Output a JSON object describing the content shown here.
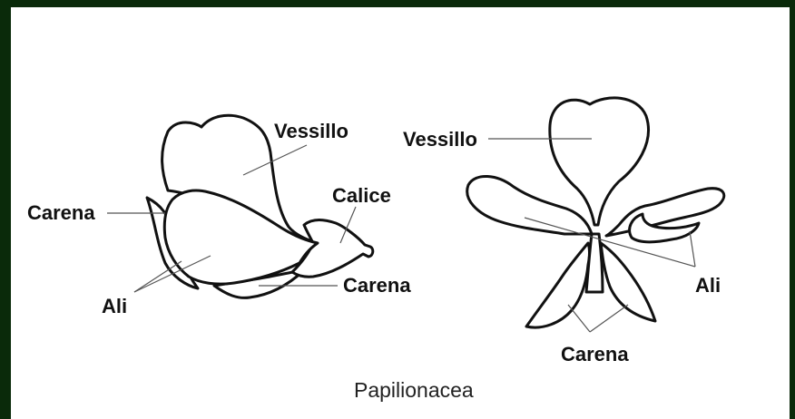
{
  "left_flower": {
    "labels": {
      "vessillo": "Vessillo",
      "carena_left": "Carena",
      "calice": "Calice",
      "ali": "Ali",
      "carena_bottom": "Carena"
    }
  },
  "right_flower": {
    "labels": {
      "vessillo": "Vessillo",
      "ali": "Ali",
      "carena": "Carena"
    }
  },
  "caption": "Papilionacea"
}
